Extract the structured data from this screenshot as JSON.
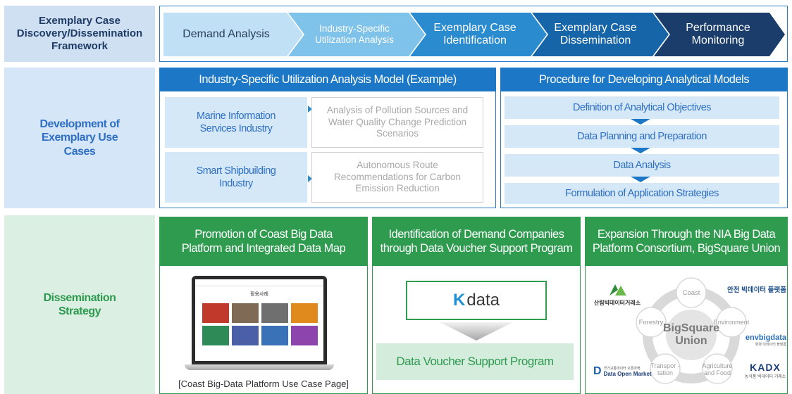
{
  "rows": {
    "framework": {
      "label": "Exemplary Case Discovery/Dissemination Framework",
      "steps": [
        "Demand Analysis",
        "Industry-Specific Utilization Analysis",
        "Exemplary Case Identification",
        "Exemplary Case Dissemination",
        "Performance Monitoring"
      ]
    },
    "development": {
      "label": "Development of Exemplary Use Cases",
      "analysis_model": {
        "title": "Industry-Specific Utilization Analysis Model (Example)",
        "items": [
          {
            "industry": "Marine Information Services Industry",
            "analysis": "Analysis of Pollution Sources and Water Quality Change Prediction Scenarios"
          },
          {
            "industry": "Smart Shipbuilding Industry",
            "analysis": "Autonomous Route Recommendations for Carbon Emission Reduction"
          }
        ]
      },
      "procedure": {
        "title": "Procedure for Developing Analytical Models",
        "steps": [
          "Definition of Analytical Objectives",
          "Data Planning and Preparation",
          "Data Analysis",
          "Formulation of Application Strategies"
        ]
      }
    },
    "dissemination": {
      "label": "Dissemination Strategy",
      "cards": [
        {
          "title": "Promotion of Coast Big Data Platform and Integrated Data Map",
          "caption": "[Coast Big-Data Platform Use Case Page]",
          "screen_title": "활용사례"
        },
        {
          "title": "Identification of Demand Companies through Data Voucher Support Program",
          "logo_text": "data",
          "logo_prefix": "K",
          "program": "Data Voucher Support Program"
        },
        {
          "title": "Expansion Through the NIA Big Data Platform Consortium, BigSquare Union",
          "hub": "BigSquare Union",
          "members": [
            "Coast",
            "Environment",
            "Agriculture and Food",
            "Transpor -tation",
            "Forestry"
          ],
          "logos": {
            "forest": "산림빅데이터거래소",
            "safety": "안전 빅데이터 플랫폼",
            "env": "envbigdata",
            "env_sub": "환경 빅데이터 플랫폼",
            "market_kr": "국가교통데이터 오픈마켓",
            "market": "Data Open Market",
            "kadx": "KADX",
            "kadx_sub": "농식품 빅데이터 거래소"
          }
        }
      ]
    }
  },
  "colors": {
    "label_bg": "#cfe0f2",
    "label_text": "#1f3b66",
    "dev_label_bg": "#d4e6f7",
    "dev_label_text": "#2f6fc4",
    "diss_label_bg": "#dbefe2",
    "diss_label_text": "#2d9a4f",
    "blue_header": "#1c78c6",
    "green_header": "#2e9b4f",
    "light_blue": "#d5e8f8",
    "chevrons": [
      "#bfe0f5",
      "#7fc2ea",
      "#2a8bcf",
      "#1565a8",
      "#1a3d6b"
    ]
  }
}
